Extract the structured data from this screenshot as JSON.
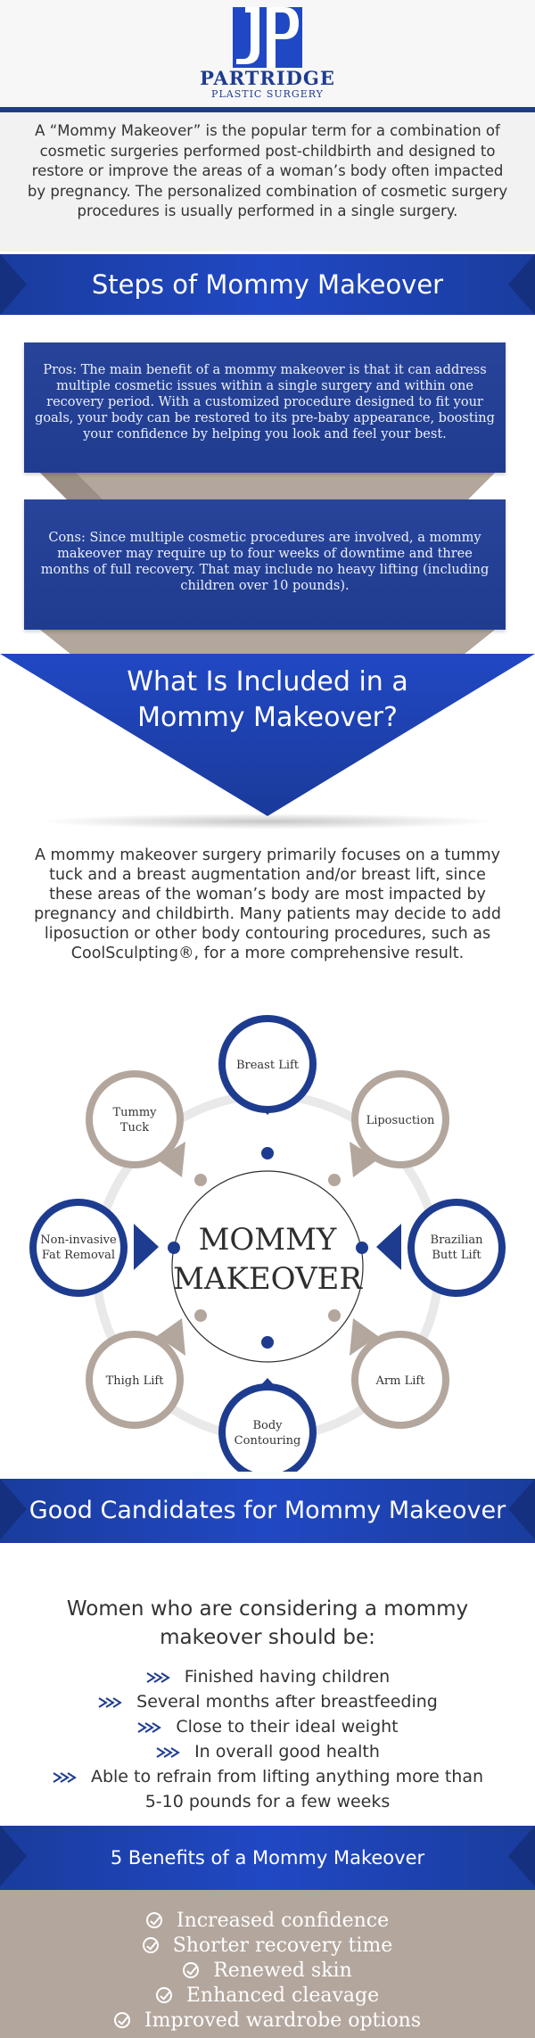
{
  "brand": {
    "name": "PARTRIDGE",
    "tagline": "PLASTIC SURGERY",
    "color": "#1e3c8f"
  },
  "intro": "A “Mommy Makeover” is the popular term for a combination of cosmetic surgeries performed post-childbirth and designed to restore or improve the areas of a woman’s body often impacted by pregnancy. The personalized combination of cosmetic surgery procedures is usually performed in a single surgery.",
  "steps": {
    "title": "Steps of Mommy Makeover",
    "pros": "Pros: The main benefit of a mommy makeover is that it can address multiple cosmetic issues within a single surgery and within one recovery period. With a customized procedure designed to fit your goals, your body can be restored to its pre-baby appearance, boosting your confidence by helping you look and feel your best.",
    "cons": "Cons: Since multiple cosmetic procedures are involved, a mommy makeover may require up to four weeks of downtime and three months of full recovery. That may include no heavy lifting (including children over 10 pounds)."
  },
  "included": {
    "title_line1": "What Is Included in a",
    "title_line2": "Mommy Makeover?",
    "text": "A mommy makeover surgery primarily focuses on a tummy tuck and a breast augmentation and/or breast lift, since these areas of the woman’s body are most impacted by pregnancy and childbirth. Many patients may decide to add liposuction or other body contouring procedures, such as CoolSculpting®, for a more comprehensive result."
  },
  "diagram": {
    "center_line1": "MOMMY",
    "center_line2": "MAKEOVER",
    "nodes": {
      "top": "Breast Lift",
      "top_right": "Liposuction",
      "right_line1": "Brazilian",
      "right_line2": "Butt Lift",
      "bottom_right": "Arm Lift",
      "bottom_line1": "Body",
      "bottom_line2": "Contouring",
      "bottom_left": "Thigh Lift",
      "left_line1": "Non-invasive",
      "left_line2": "Fat Removal",
      "top_left_line1": "Tummy",
      "top_left_line2": "Tuck"
    },
    "colors": {
      "navy": "#1e3c8f",
      "taupe": "#b3a69d",
      "ring": "#e9e9e9"
    }
  },
  "candidates": {
    "banner": "Good Candidates for Mommy Makeover",
    "title_line1": "Women who are considering a mommy",
    "title_line2": "makeover should be:",
    "items": [
      "Finished having children",
      "Several months after breastfeeding",
      "Close to their ideal weight",
      "In overall good health",
      "Able to refrain from lifting anything more than",
      "5-10 pounds for a few weeks"
    ]
  },
  "benefits": {
    "banner": "5 Benefits of a Mommy Makeover",
    "items": [
      "Increased confidence",
      "Shorter recovery time",
      "Renewed skin",
      "Enhanced cleavage",
      "Improved wardrobe options"
    ]
  }
}
